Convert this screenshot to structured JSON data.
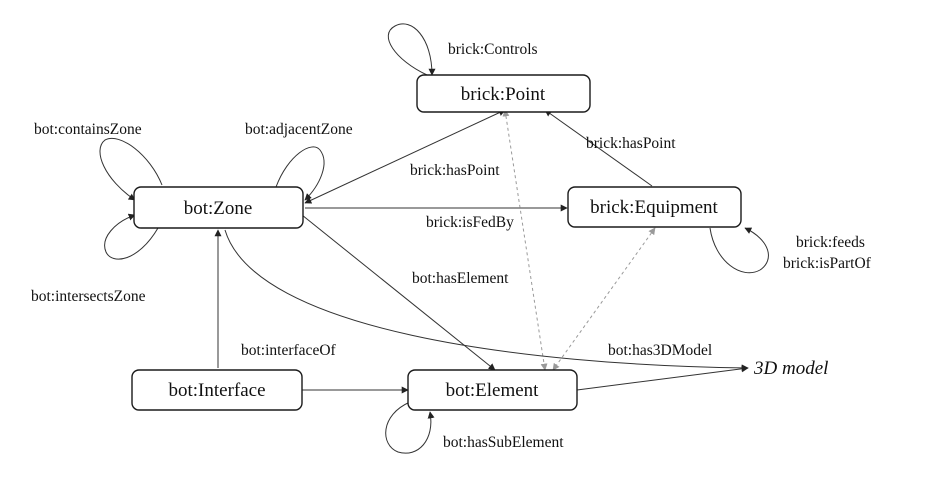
{
  "nodes": {
    "point": "brick:Point",
    "zone": "bot:Zone",
    "equipment": "brick:Equipment",
    "interface": "bot:Interface",
    "element": "bot:Element",
    "model": "3D model"
  },
  "edges": {
    "controls": "brick:Controls",
    "contains_zone": "bot:containsZone",
    "adjacent_zone": "bot:adjacentZone",
    "intersects_zone": "bot:intersectsZone",
    "zone_has_point": "brick:hasPoint",
    "equipment_has_point": "brick:hasPoint",
    "is_fed_by": "brick:isFedBy",
    "has_element": "bot:hasElement",
    "feeds": "brick:feeds",
    "is_part_of": "brick:isPartOf",
    "interface_of": "bot:interfaceOf",
    "has_3d_model": "bot:has3DModel",
    "has_sub_element": "bot:hasSubElement"
  }
}
